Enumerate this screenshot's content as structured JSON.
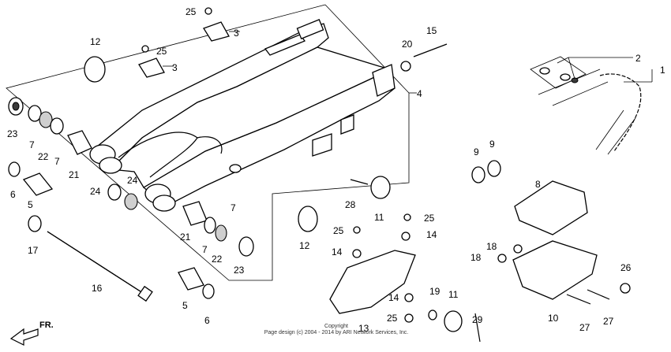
{
  "callouts": {
    "c1": "1",
    "c2": "2",
    "c3a": "3",
    "c3b": "3",
    "c4": "4",
    "c5a": "5",
    "c5b": "5",
    "c6a": "6",
    "c6b": "6",
    "c7a": "7",
    "c7b": "7",
    "c7c": "7",
    "c7d": "7",
    "c8": "8",
    "c9a": "9",
    "c9b": "9",
    "c10": "10",
    "c11a": "11",
    "c11b": "11",
    "c12a": "12",
    "c12b": "12",
    "c13": "13",
    "c14a": "14",
    "c14b": "14",
    "c14c": "14",
    "c15": "15",
    "c16": "16",
    "c17": "17",
    "c18a": "18",
    "c18b": "18",
    "c19": "19",
    "c20": "20",
    "c21a": "21",
    "c21b": "21",
    "c22a": "22",
    "c22b": "22",
    "c23a": "23",
    "c23b": "23",
    "c24a": "24",
    "c24b": "24",
    "c25a": "25",
    "c25b": "25",
    "c25c": "25",
    "c25d": "25",
    "c25e": "25",
    "c26": "26",
    "c27a": "27",
    "c27b": "27",
    "c28": "28",
    "c29": "29"
  },
  "direction_label": "FR.",
  "copyright": {
    "line1": "Copyright",
    "line2": "Page design (c) 2004 - 2014 by ARI Network Services, Inc."
  }
}
